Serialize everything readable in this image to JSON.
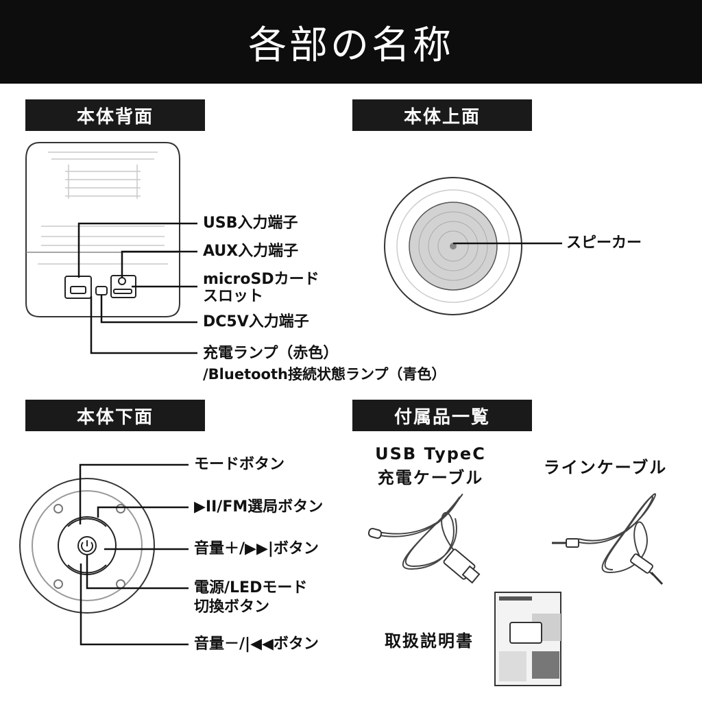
{
  "title": "各部の名称",
  "sections": {
    "back": "本体背面",
    "top": "本体上面",
    "bottom": "本体下面",
    "accessories": "付属品一覧"
  },
  "back_labels": {
    "usb_input": "USB入力端子",
    "aux_input": "AUX入力端子",
    "microsd_line1": "microSDカード",
    "microsd_line2": "スロット",
    "dc5v_input": "DC5V入力端子",
    "lamp_line1": "充電ランプ（赤色）",
    "lamp_line2": "/Bluetooth接続状態ランプ（青色）"
  },
  "top_labels": {
    "speaker": "スピーカー"
  },
  "bottom_labels": {
    "mode_button": "モードボタン",
    "play_fm_button": "▶II/FM選局ボタン",
    "vol_up_button": "音量＋/▶▶|ボタン",
    "power_line1": "電源/LEDモード",
    "power_line2": "切換ボタン",
    "vol_down_button": "音量－/|◀◀ボタン"
  },
  "accessories": {
    "usb_cable_line1": "USB TypeC",
    "usb_cable_line2": "充電ケーブル",
    "line_cable": "ラインケーブル",
    "manual": "取扱説明書"
  }
}
